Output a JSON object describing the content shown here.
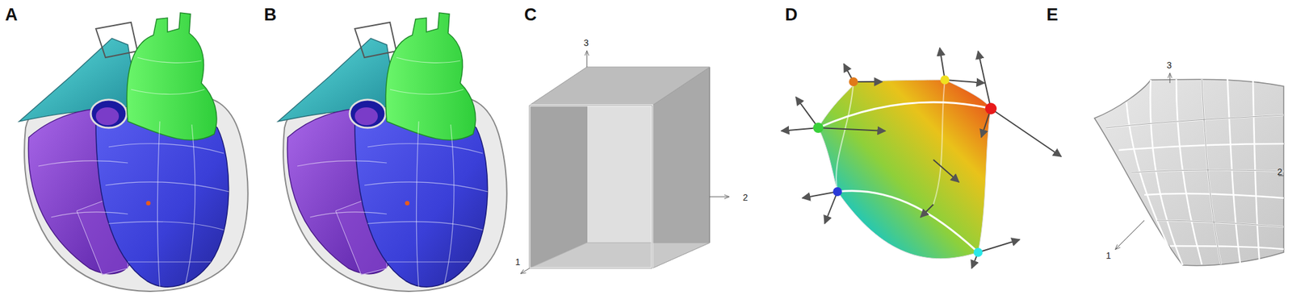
{
  "diagram": {
    "labels": [
      "A",
      "B",
      "C",
      "3",
      "2",
      "1",
      "D",
      "E",
      "3",
      "2",
      "1"
    ]
  }
}
